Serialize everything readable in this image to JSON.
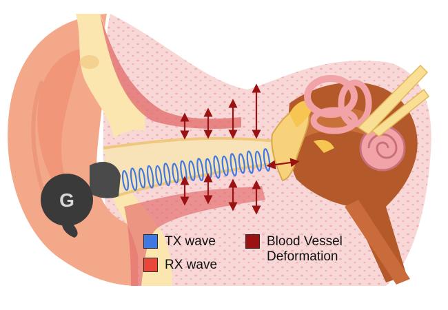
{
  "figure": {
    "earbud_logo": "G",
    "colors": {
      "tx_wave": "#3f78e0",
      "rx_wave": "#e8473a",
      "blood_vessel": "#9a1212",
      "skin": "#f4a88a",
      "cartilage": "#fbe6b0",
      "tissue": "#f6cfd2",
      "inner_ear": "#b45a2a",
      "cochlea": "#f2a3a8",
      "earbud": "#3a3a3a"
    },
    "arrow_icon": "double-arrow-icon"
  },
  "legend": {
    "tx": {
      "label": "TX wave",
      "color": "#3f78e0"
    },
    "rx": {
      "label": "RX wave",
      "color": "#e8473a"
    },
    "bv": {
      "label_line1": "Blood Vessel",
      "label_line2": "Deformation",
      "color": "#9a1212"
    }
  }
}
